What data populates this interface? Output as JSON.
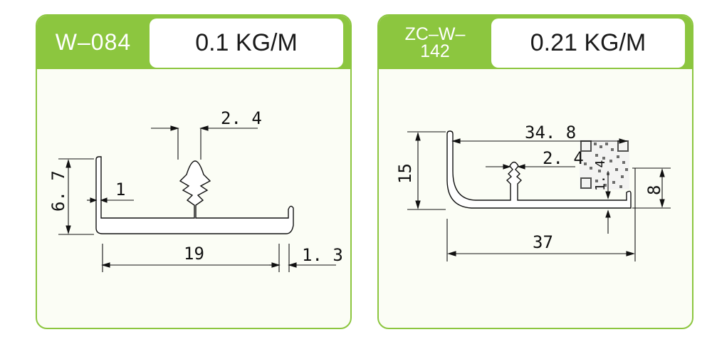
{
  "cards": [
    {
      "code": "W–084",
      "weight": "0.1 KG/M",
      "dims": {
        "top_width": "2. 4",
        "height": "6. 7",
        "wall": "1",
        "width": "19",
        "lip": "1. 3"
      }
    },
    {
      "code_line1": "ZC–W–",
      "code_line2": "142",
      "weight": "0.21 KG/M",
      "dims": {
        "inner_width": "34. 8",
        "tooth": "2. 4",
        "height": "15",
        "small": "1. 4",
        "lip_height": "8",
        "total_width": "37"
      }
    }
  ],
  "colors": {
    "accent": "#8cc63f",
    "card_bg": "#fbfdf5",
    "line": "#111111"
  }
}
